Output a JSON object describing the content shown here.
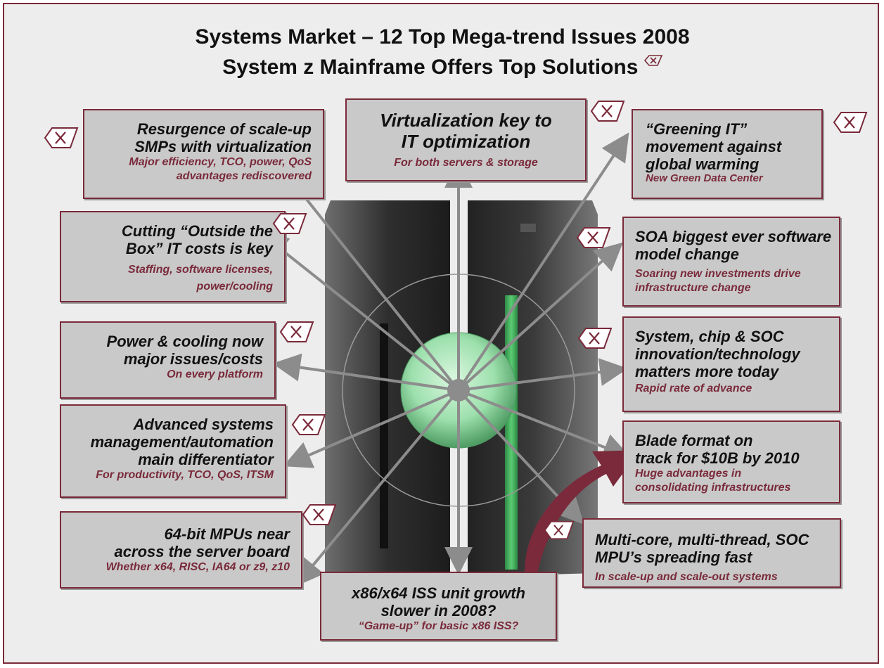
{
  "title": {
    "line1": "Systems Market – 12 Top Mega-trend Issues 2008",
    "line2": "System z Mainframe Offers Top Solutions"
  },
  "icons": {
    "marker": "x-tag-icon"
  },
  "colors": {
    "accent": "#7a2a3a",
    "card_bg": "#c9c9c9",
    "frame_bg": "#ededed",
    "hub": "#9de0ad"
  },
  "cards": {
    "resurgence": {
      "heading": "Resurgence of scale-up\nSMPs with virtualization",
      "sub": "Major efficiency, TCO, power, QoS\nadvantages rediscovered"
    },
    "virtualization": {
      "heading": "Virtualization key to\nIT optimization",
      "sub": "For both servers & storage"
    },
    "greening": {
      "heading": "“Greening IT”\nmovement against\nglobal warming",
      "sub": "New Green Data Center"
    },
    "cutting": {
      "heading": "Cutting “Outside the\nBox” IT costs is key",
      "sub": "Staffing, software licenses,\npower/cooling"
    },
    "soa": {
      "heading": "SOA biggest ever software\nmodel change",
      "sub": "Soaring new investments drive\ninfrastructure change"
    },
    "power": {
      "heading": "Power & cooling now\nmajor issues/costs",
      "sub": "On every platform"
    },
    "chip": {
      "heading": "System, chip & SOC\ninnovation/technology\nmatters more today",
      "sub": "Rapid rate of advance"
    },
    "advanced": {
      "heading": "Advanced systems\nmanagement/automation\nmain differentiator",
      "sub": "For productivity, TCO, QoS, ITSM"
    },
    "blade": {
      "heading": "Blade format on\ntrack for $10B by 2010",
      "sub": "Huge advantages in\nconsolidating  infrastructures"
    },
    "bit64": {
      "heading": "64-bit MPUs near\nacross the server board",
      "sub": "Whether x64, RISC, IA64 or z9, z10"
    },
    "multicore": {
      "heading": "Multi-core, multi-thread, SOC\nMPU’s spreading fast",
      "sub": "In scale-up and scale-out systems"
    },
    "x86": {
      "heading": "x86/x64 ISS unit growth\nslower in 2008?",
      "sub": "“Game-up” for basic x86  ISS?"
    }
  }
}
